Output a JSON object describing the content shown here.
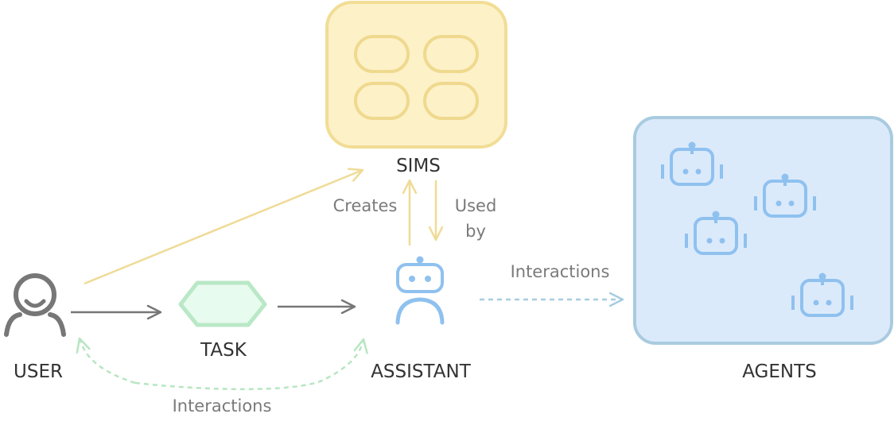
{
  "labels": {
    "user": "USER",
    "task": "TASK",
    "assistant": "ASSISTANT",
    "sims": "SIMS",
    "agents": "AGENTS"
  },
  "edges": {
    "creates": "Creates",
    "used_by_line1": "Used",
    "used_by_line2": "by",
    "interactions_agents": "Interactions",
    "interactions_user": "Interactions"
  },
  "colors": {
    "user": "#777777",
    "task_fill": "#e8fbef",
    "task_stroke": "#b9e8c6",
    "sims_fill": "#fdf1c8",
    "sims_stroke": "#f1dd94",
    "agents_fill": "#dbeafb",
    "agents_stroke": "#a9cbe0",
    "robot": "#8fc1ef",
    "arrow_gray": "#777777",
    "arrow_yellow": "#efdb97",
    "arrow_green": "#b7e6c2",
    "arrow_blue": "#a7cde0",
    "text_dark": "#333333",
    "text_gray": "#7a7a7a"
  }
}
